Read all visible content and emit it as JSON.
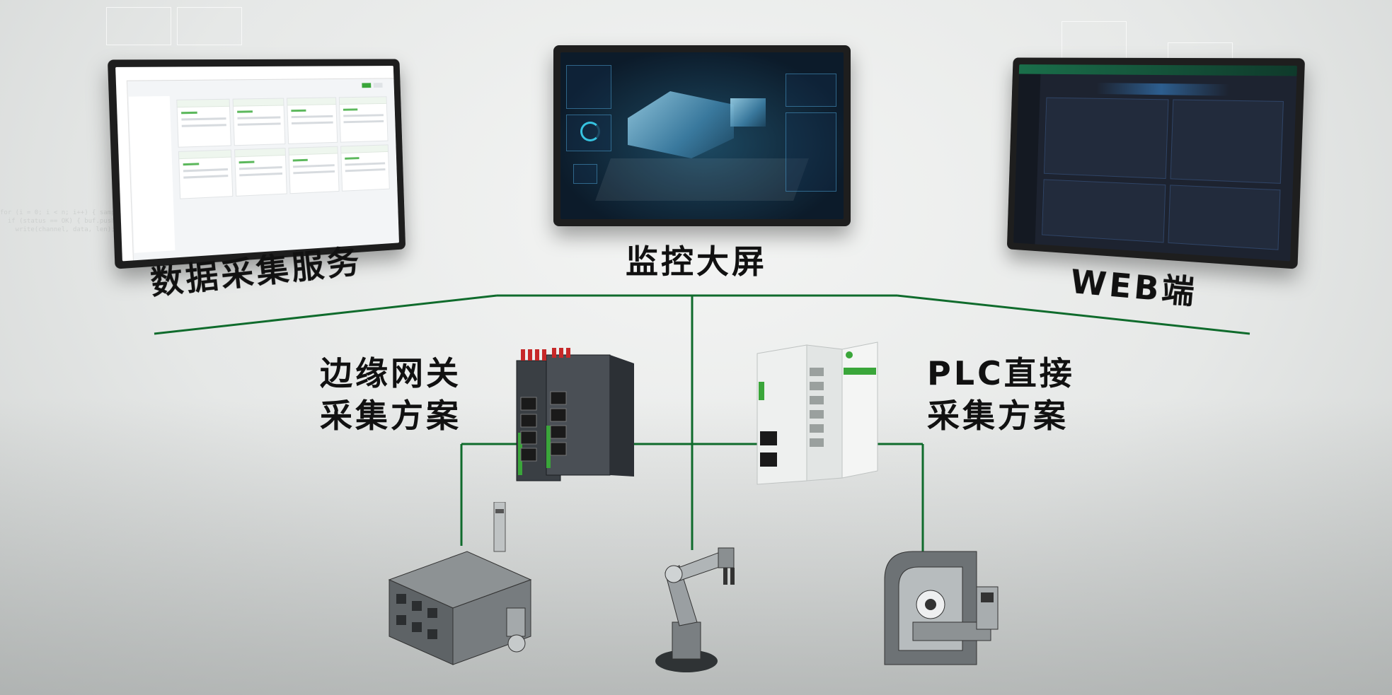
{
  "labels": {
    "data_collection_service": "数据采集服务",
    "monitoring_screen": "监控大屏",
    "web_client": "WEB端",
    "gateway_solution_line1": "边缘网关",
    "gateway_solution_line2": "采集方案",
    "plc_solution_line1": "PLC直接",
    "plc_solution_line2": "采集方案"
  },
  "colors": {
    "connector_green": "#0f6b2c",
    "device_green": "#3aa63a",
    "label_text": "#111111"
  },
  "icons": {
    "factory": "factory-icon",
    "robot_arm": "robot-arm-icon",
    "cnc_machine": "cnc-machine-icon",
    "edge_gateway": "edge-gateway-device",
    "plc": "plc-device"
  }
}
